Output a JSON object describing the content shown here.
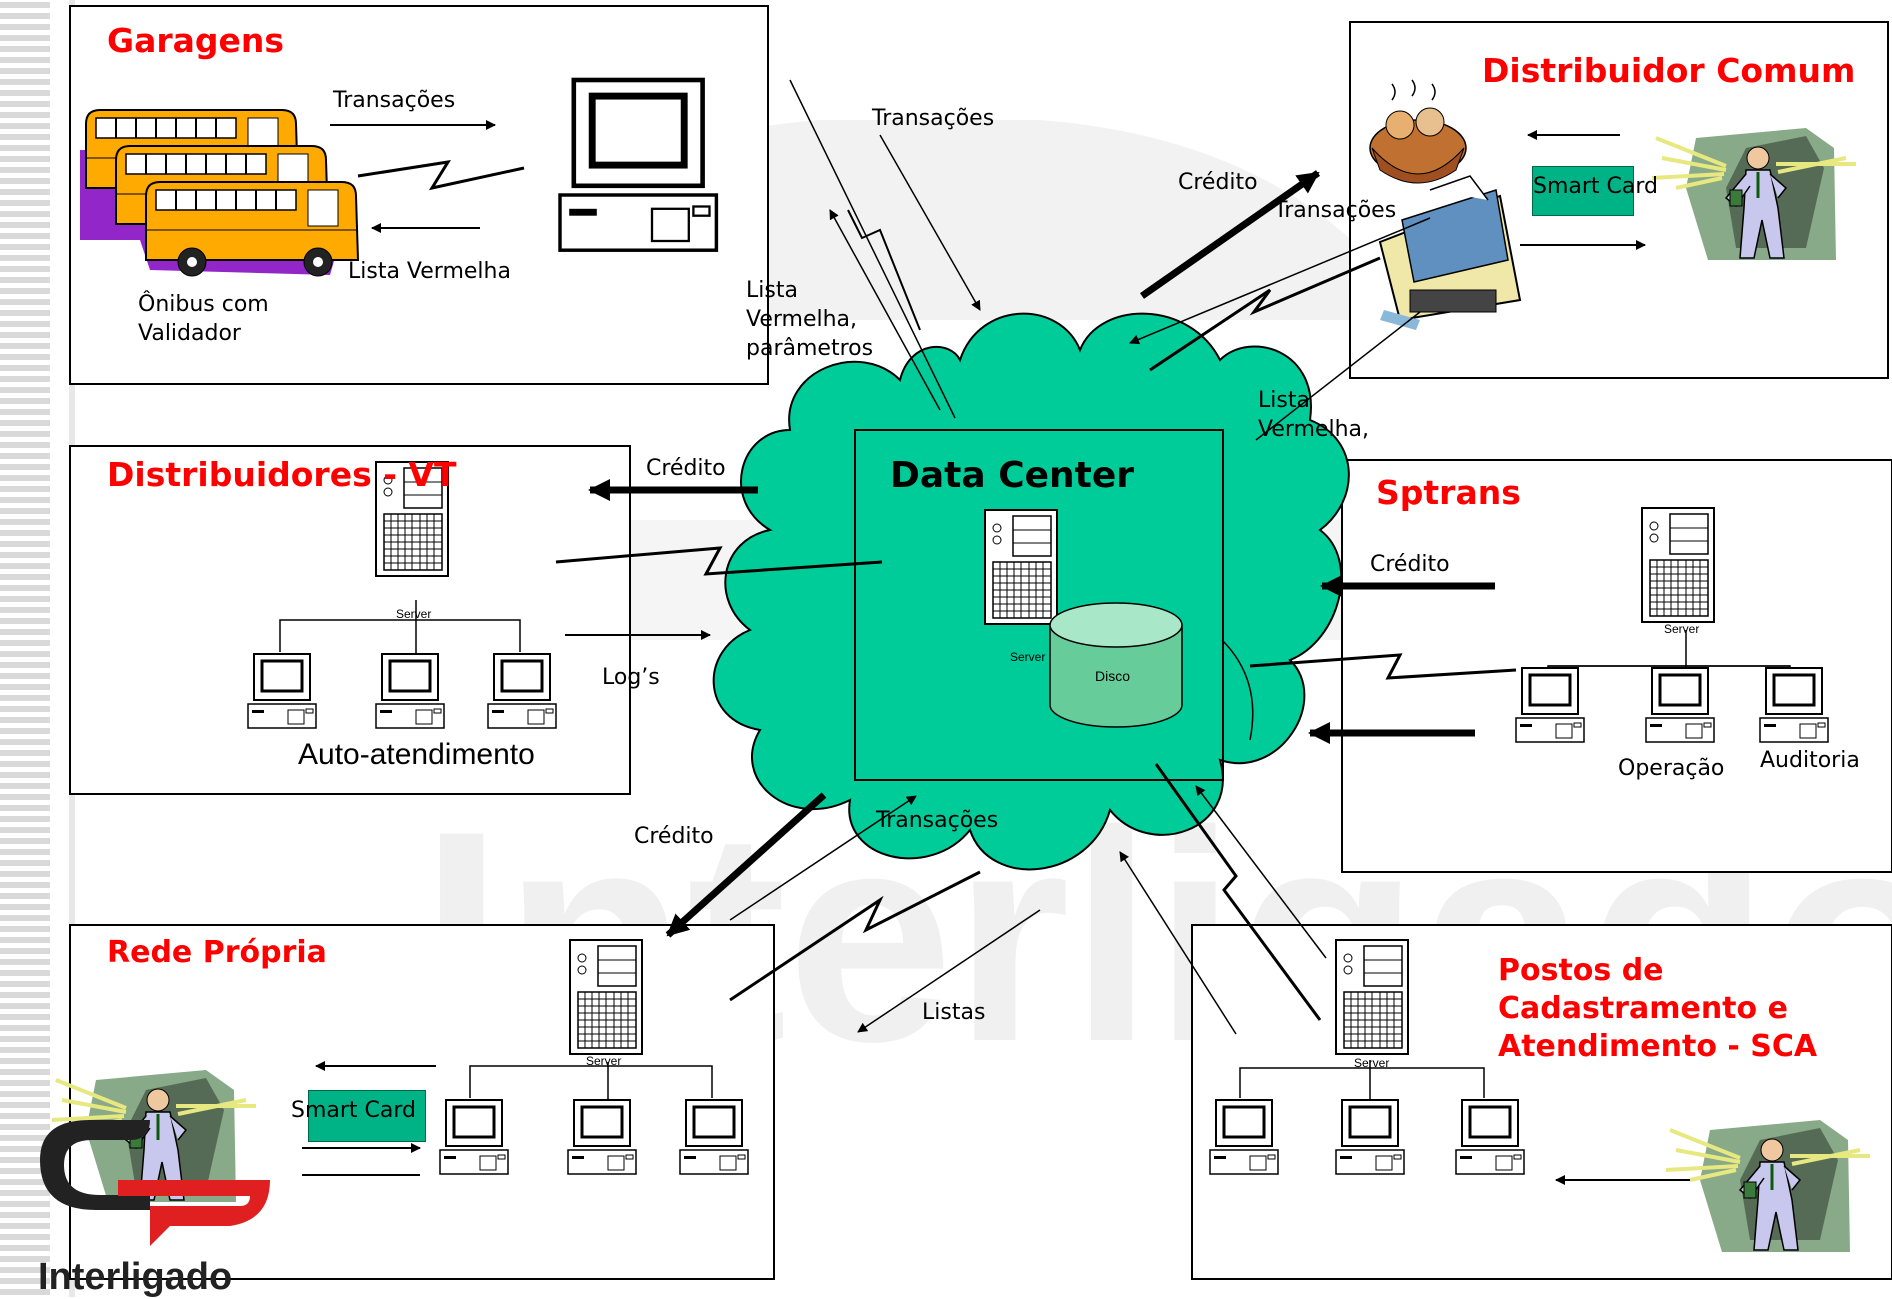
{
  "blocks": {
    "garagens": {
      "title": "Garagens",
      "transactions_label": "Transações",
      "redlist_label": "Lista Vermelha",
      "bus_caption": "Ônibus com\nValidador"
    },
    "distribuidor_comum": {
      "title": "Distribuidor Comum",
      "smart_card_label": "Smart Card"
    },
    "distribuidores_vt": {
      "title": "Distribuidores - VT",
      "server_label": "Server",
      "caption": "Auto-atendimento"
    },
    "data_center": {
      "title": "Data Center",
      "server_label": "Server",
      "disk_label": "Disco"
    },
    "sptrans": {
      "title": "Sptrans",
      "server_label": "Server",
      "operacao_label": "Operação",
      "auditoria_label": "Auditoria"
    },
    "rede_propria": {
      "title": "Rede Própria",
      "server_label": "Server",
      "smart_card_label": "Smart Card"
    },
    "postos_sca": {
      "title": "Postos de\nCadastramento e\nAtendimento - SCA",
      "server_label": "Server"
    }
  },
  "flows": {
    "dc_transacoes_top": "Transações",
    "dc_lista_params": "Lista\nVermelha,\nparâmetros",
    "comum_credito": "Crédito",
    "comum_transacoes": "Transações",
    "comum_lista": "Lista\nVermelha,",
    "vt_credito": "Crédito",
    "vt_logs": "Log’s",
    "sptrans_credito": "Crédito",
    "rede_credito": "Crédito",
    "rede_transacoes": "Transações",
    "listas": "Listas"
  },
  "logo": {
    "text": "Interligado",
    "watermark": "Interligado"
  },
  "colors": {
    "title_red": "#ff0000",
    "cloud_green": "#00cc99",
    "card_green": "#00b386",
    "disk_green": "#66cc99",
    "stripe_gray": "#d9d9d9"
  }
}
